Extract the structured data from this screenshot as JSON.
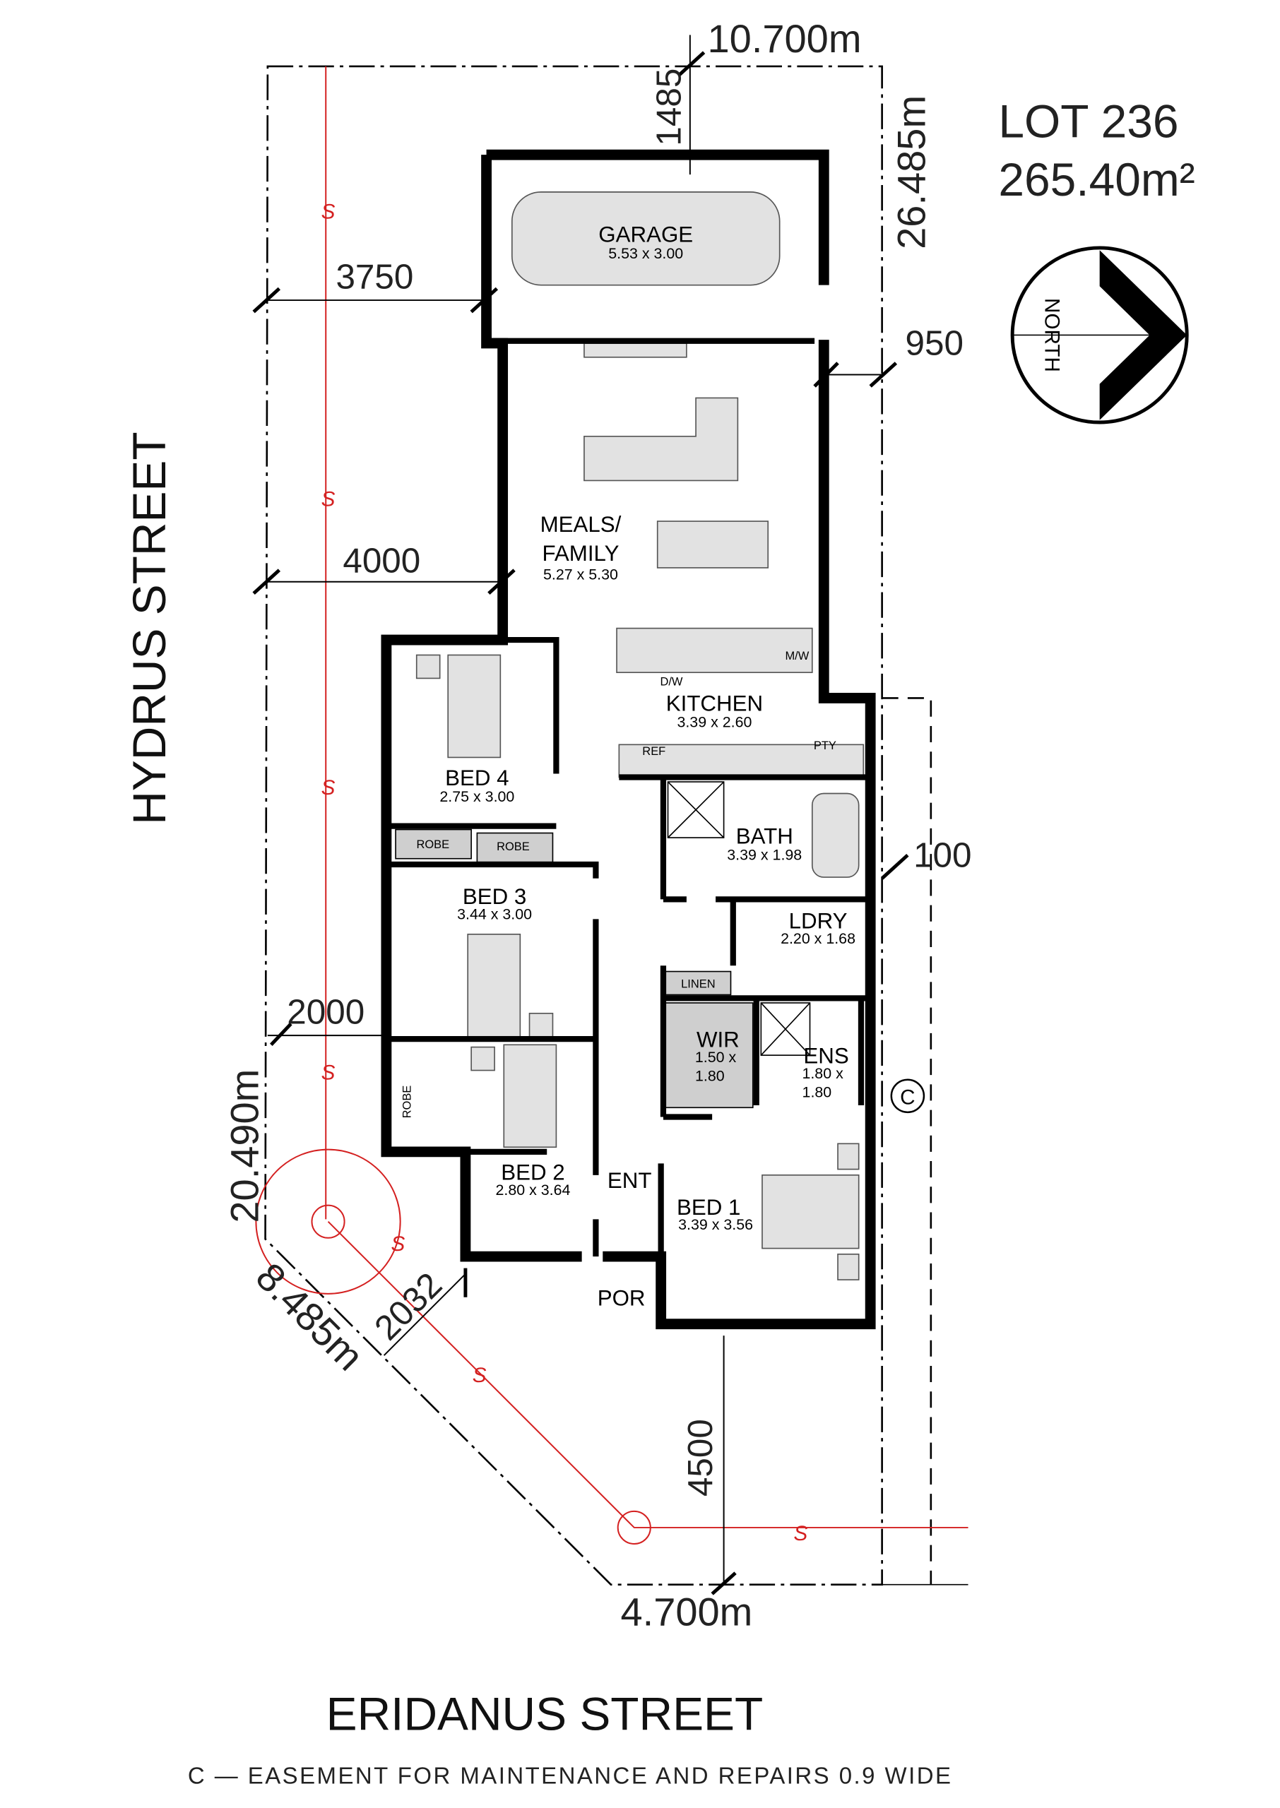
{
  "lot": {
    "title": "LOT 236",
    "area": "265.40m²"
  },
  "north": {
    "label": "NORTH"
  },
  "streets": {
    "west": "HYDRUS STREET",
    "south": "ERIDANUS STREET"
  },
  "footnote": "C  —  EASEMENT FOR MAINTENANCE AND REPAIRS 0.9 WIDE",
  "easement_symbol": "C",
  "sewer_label": "S",
  "boundary_dims": {
    "top": "10.700m",
    "right": "26.485m",
    "left": "20.490m",
    "corner": "8.485m",
    "bottom": "4.700m"
  },
  "setbacks": {
    "top": "1485",
    "garage": "3750",
    "side_right": "950",
    "family": "4000",
    "bed3": "2000",
    "corner": "2032",
    "right_small": "100",
    "front": "4500"
  },
  "rooms": [
    {
      "name": "GARAGE",
      "size": "5.53 x 3.00"
    },
    {
      "name": "MEALS/",
      "name2": "FAMILY",
      "size": "5.27 x 5.30"
    },
    {
      "name": "KITCHEN",
      "size": "3.39 x 2.60"
    },
    {
      "name": "BED 4",
      "size": "2.75 x 3.00"
    },
    {
      "name": "BATH",
      "size": "3.39 x 1.98"
    },
    {
      "name": "BED 3",
      "size": "3.44 x 3.00"
    },
    {
      "name": "LDRY",
      "size": "2.20 x 1.68"
    },
    {
      "name": "WIR",
      "size": "1.50 x",
      "size2": "1.80"
    },
    {
      "name": "ENS",
      "size": "1.80 x",
      "size2": "1.80"
    },
    {
      "name": "BED 2",
      "size": "2.80 x 3.64"
    },
    {
      "name": "ENT"
    },
    {
      "name": "BED 1",
      "size": "3.39 x 3.56"
    },
    {
      "name": "POR"
    }
  ],
  "fixtures": {
    "dw": "D/W",
    "mw": "M/W",
    "ref": "REF",
    "pty": "PTY",
    "robe": "ROBE",
    "linen": "LINEN"
  }
}
